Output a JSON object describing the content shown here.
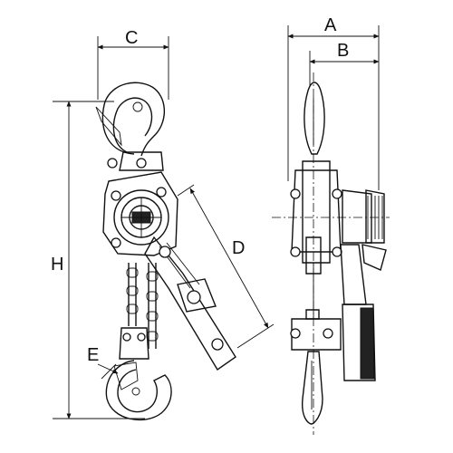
{
  "dimension_labels": {
    "a": "A",
    "b": "B",
    "c": "C",
    "d": "D",
    "e": "E",
    "h": "H"
  }
}
